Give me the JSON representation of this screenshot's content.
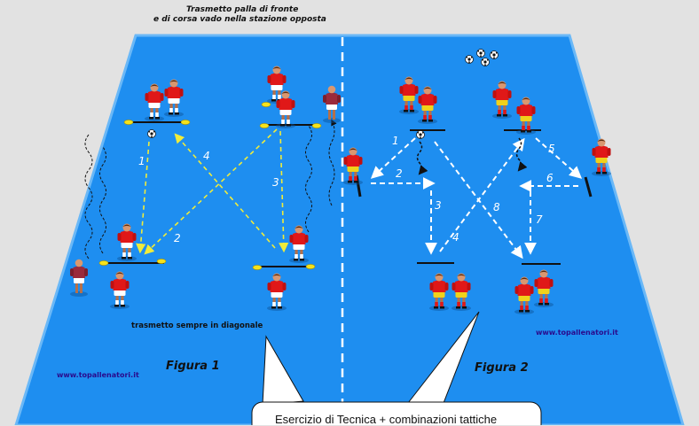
{
  "colors": {
    "pitch": "#1e8ef0",
    "pitch_edge": "#55aef5",
    "background": "#e2e2e2",
    "pass_arrow_fig1": "#f0ec3a",
    "arrow_fig2": "#ffffff",
    "shirt": "#e01818",
    "shorts_fig1": "#ffffff",
    "shorts_fig2": "#f0d21a",
    "cone": "#f5e21c",
    "website": "#2a0a8c"
  },
  "header": {
    "line1": "Trasmetto palla di fronte",
    "line2": "e di corsa vado nella stazione opposta"
  },
  "figura1": {
    "label": "Figura 1",
    "note": "trasmetto sempre in diagonale",
    "website": "www.topallenatori.it",
    "step_numbers": [
      "1",
      "2",
      "3",
      "4"
    ]
  },
  "figura2": {
    "label": "Figura 2",
    "website": "www.topallenatori.it",
    "step_numbers": [
      "1",
      "2",
      "3",
      "4",
      "5",
      "6",
      "7",
      "8"
    ]
  },
  "callout": {
    "text": "Esercizio di Tecnica + combinazioni tattiche"
  },
  "icons": [
    "soccer-ball-icon",
    "player-icon",
    "cone-icon",
    "pole-icon"
  ]
}
